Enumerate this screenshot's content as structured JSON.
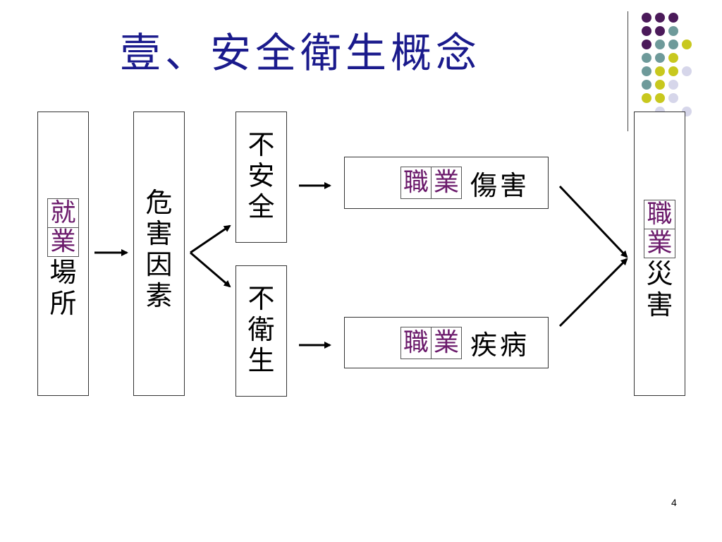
{
  "slide": {
    "title": "壹、安全衛生概念",
    "page_number": "4"
  },
  "workplace": {
    "highlight": [
      "就",
      "業"
    ],
    "text": [
      "場",
      "所"
    ]
  },
  "hazard": {
    "text": [
      "危",
      "害",
      "因",
      "素"
    ]
  },
  "unsafe": {
    "text": [
      "不",
      "安",
      "全"
    ]
  },
  "unhygienic": {
    "text": [
      "不",
      "衛",
      "生"
    ]
  },
  "injury": {
    "highlight": [
      "職",
      "業"
    ],
    "text": "傷害"
  },
  "disease": {
    "highlight": [
      "職",
      "業"
    ],
    "text": "疾病"
  },
  "disaster": {
    "highlight": [
      "職",
      "業"
    ],
    "text": [
      "災",
      "害"
    ]
  },
  "colors": {
    "title": "#1a1a8c",
    "highlight_text": "#6b1a6b",
    "dot_purple": "#4b1a5a",
    "dot_teal": "#6e9a9a",
    "dot_yellow": "#c8c81e",
    "dot_lavender": "#d6d6ea"
  }
}
